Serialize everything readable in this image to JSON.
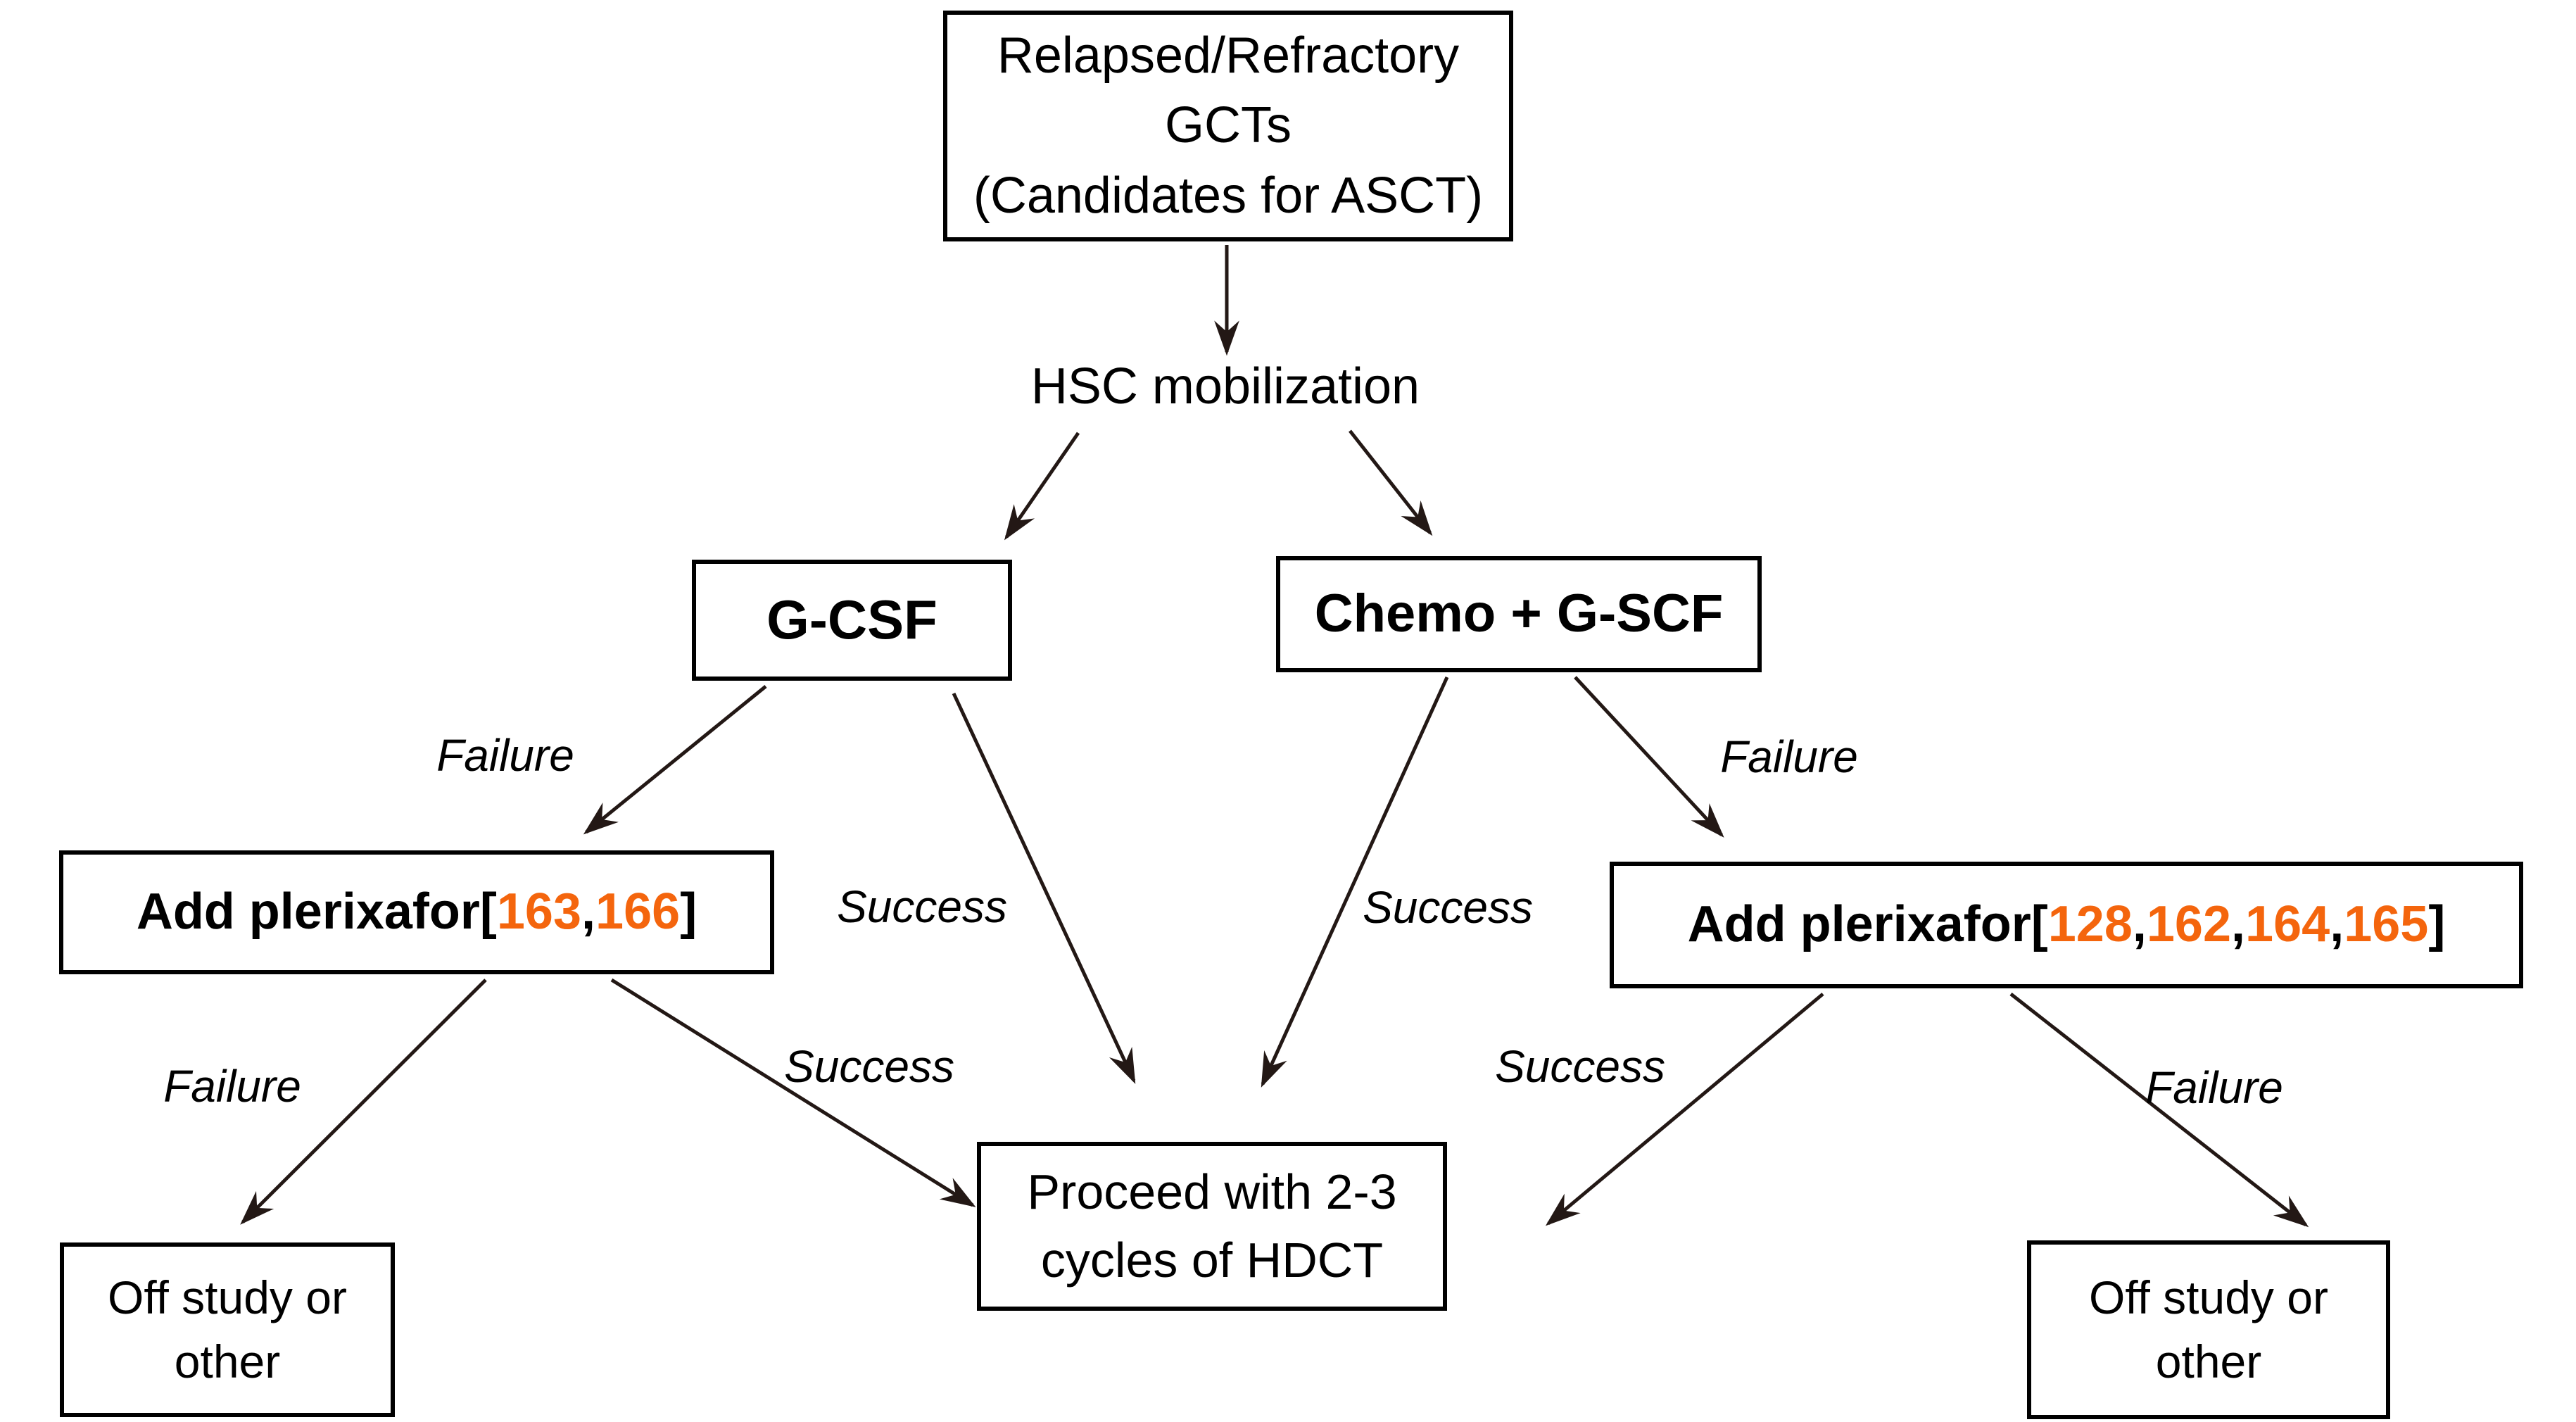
{
  "diagram": {
    "background": "#ffffff",
    "accent_orange": "#F4650D",
    "line_color": "#231815",
    "border_color": "#000000"
  },
  "nodes": {
    "root": {
      "label": "Relapsed/Refractory\nGCTs\n(Candidates for ASCT)"
    },
    "hsc": {
      "label": "HSC mobilization"
    },
    "gcsf": {
      "label": "G-CSF"
    },
    "chemo": {
      "label": "Chemo + G-SCF"
    },
    "plerixafor_left": {
      "prefix": "Add plerixafor[",
      "refs": [
        "163",
        "166"
      ],
      "suffix": "]"
    },
    "plerixafor_right": {
      "prefix": "Add plerixafor[",
      "refs": [
        "128",
        "162",
        "164",
        "165"
      ],
      "suffix": "]"
    },
    "hdct": {
      "label": "Proceed with 2-3\ncycles of HDCT"
    },
    "off_left": {
      "label": "Off study or\nother"
    },
    "off_right": {
      "label": "Off study or\nother"
    }
  },
  "edge_labels": {
    "gcsf_failure": "Failure",
    "gcsf_success": "Success",
    "chemo_success": "Success",
    "chemo_failure": "Failure",
    "plerixafor_left_failure": "Failure",
    "plerixafor_left_success": "Success",
    "plerixafor_right_success": "Success",
    "plerixafor_right_failure": "Failure"
  }
}
